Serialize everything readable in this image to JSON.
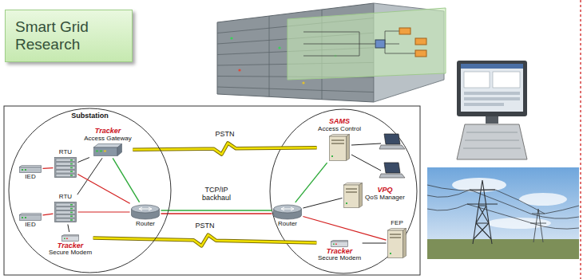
{
  "diagram": {
    "nodes": [
      {
        "text": [
          "Smart Grid Research"
        ]
      },
      {
        "text": [
          "Substation"
        ]
      },
      {
        "text": [
          "Tracker",
          "Access Gateway"
        ],
        "in": 1
      },
      {
        "text": [
          "RTU"
        ],
        "in": 1
      },
      {
        "text": [
          "IED"
        ],
        "in": 1
      },
      {
        "text": [
          "RTU"
        ],
        "in": 1
      },
      {
        "text": [
          "IED"
        ],
        "in": 1
      },
      {
        "text": [
          "Router"
        ],
        "in": 1
      },
      {
        "text": [
          "Tracker",
          "Secure Modem"
        ],
        "in": 1
      },
      {
        "text": [
          "SAMS",
          "Access Control"
        ]
      },
      {
        "text": [
          "VPQ",
          "QoS Manager"
        ]
      },
      {
        "text": [
          "Router"
        ]
      },
      {
        "text": [
          "Tracker",
          "Secure Modem"
        ]
      },
      {
        "text": [
          "FEP"
        ]
      }
    ],
    "edges": [
      {
        "from": 2,
        "to": 9,
        "label": "PSTN",
        "arrow": "none"
      },
      {
        "from": 7,
        "to": 11,
        "label": "TCP/IP backhaul",
        "arrow": "none"
      },
      {
        "from": 8,
        "to": 12,
        "label": "PSTN",
        "arrow": "none"
      },
      {
        "from": 2,
        "to": 7,
        "arrow": "none"
      },
      {
        "from": 2,
        "to": 3,
        "arrow": "none"
      },
      {
        "from": 2,
        "to": 5,
        "arrow": "none"
      },
      {
        "from": 3,
        "to": 4,
        "arrow": "none"
      },
      {
        "from": 5,
        "to": 6,
        "arrow": "none"
      },
      {
        "from": 3,
        "to": 7,
        "arrow": "none"
      },
      {
        "from": 5,
        "to": 7,
        "arrow": "none"
      },
      {
        "from": 5,
        "to": 8,
        "arrow": "none"
      },
      {
        "from": 11,
        "to": 9,
        "arrow": "none"
      },
      {
        "from": 11,
        "to": 13,
        "arrow": "none"
      },
      {
        "from": 12,
        "to": 13,
        "arrow": "none"
      },
      {
        "from": 11,
        "to": 10,
        "arrow": "none"
      }
    ]
  }
}
